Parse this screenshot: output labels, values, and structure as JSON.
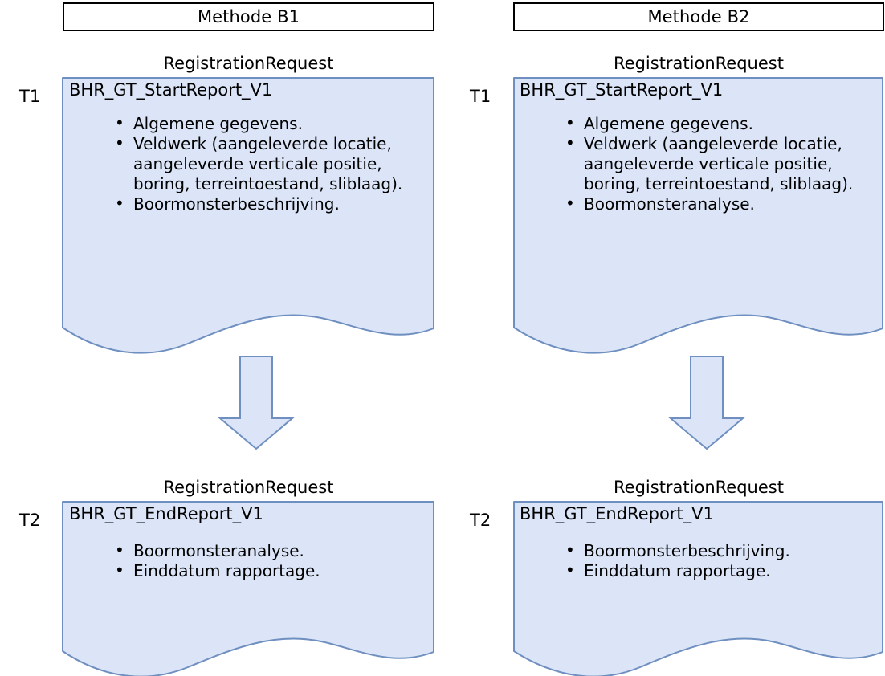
{
  "diagram": {
    "title_row": [
      {
        "label": "Methode B1"
      },
      {
        "label": "Methode B2"
      }
    ],
    "columns": [
      {
        "name": "Methode B1",
        "steps": [
          {
            "time_label": "T1",
            "caption": "RegistrationRequest",
            "doc_title": "BHR_GT_StartReport_V1",
            "bullets": [
              "Algemene gegevens.",
              "Veldwerk (aangeleverde locatie, aangeleverde verticale positie, boring, terreintoestand, sliblaag).",
              "Boormonsterbeschrijving."
            ]
          },
          {
            "time_label": "T2",
            "caption": "RegistrationRequest",
            "doc_title": "BHR_GT_EndReport_V1",
            "bullets": [
              "Boormonsteranalyse.",
              "Einddatum rapportage."
            ]
          }
        ],
        "connector": "down-arrow"
      },
      {
        "name": "Methode B2",
        "steps": [
          {
            "time_label": "T1",
            "caption": "RegistrationRequest",
            "doc_title": "BHR_GT_StartReport_V1",
            "bullets": [
              "Algemene gegevens.",
              "Veldwerk (aangeleverde locatie, aangeleverde verticale positie, boring, terreintoestand, sliblaag).",
              "Boormonsteranalyse."
            ]
          },
          {
            "time_label": "T2",
            "caption": "RegistrationRequest",
            "doc_title": "BHR_GT_EndReport_V1",
            "bullets": [
              "Boormonsterbeschrijving.",
              "Einddatum rapportage."
            ]
          }
        ],
        "connector": "down-arrow"
      }
    ],
    "colors": {
      "document_fill": "#dbe5f7",
      "document_stroke": "#6f8fc0",
      "arrow_fill": "#dbe5f7",
      "arrow_stroke": "#6f8fc0",
      "header_border": "#000000",
      "header_fill": "#ffffff",
      "text": "#000000",
      "page_background": "#ffffff"
    }
  }
}
